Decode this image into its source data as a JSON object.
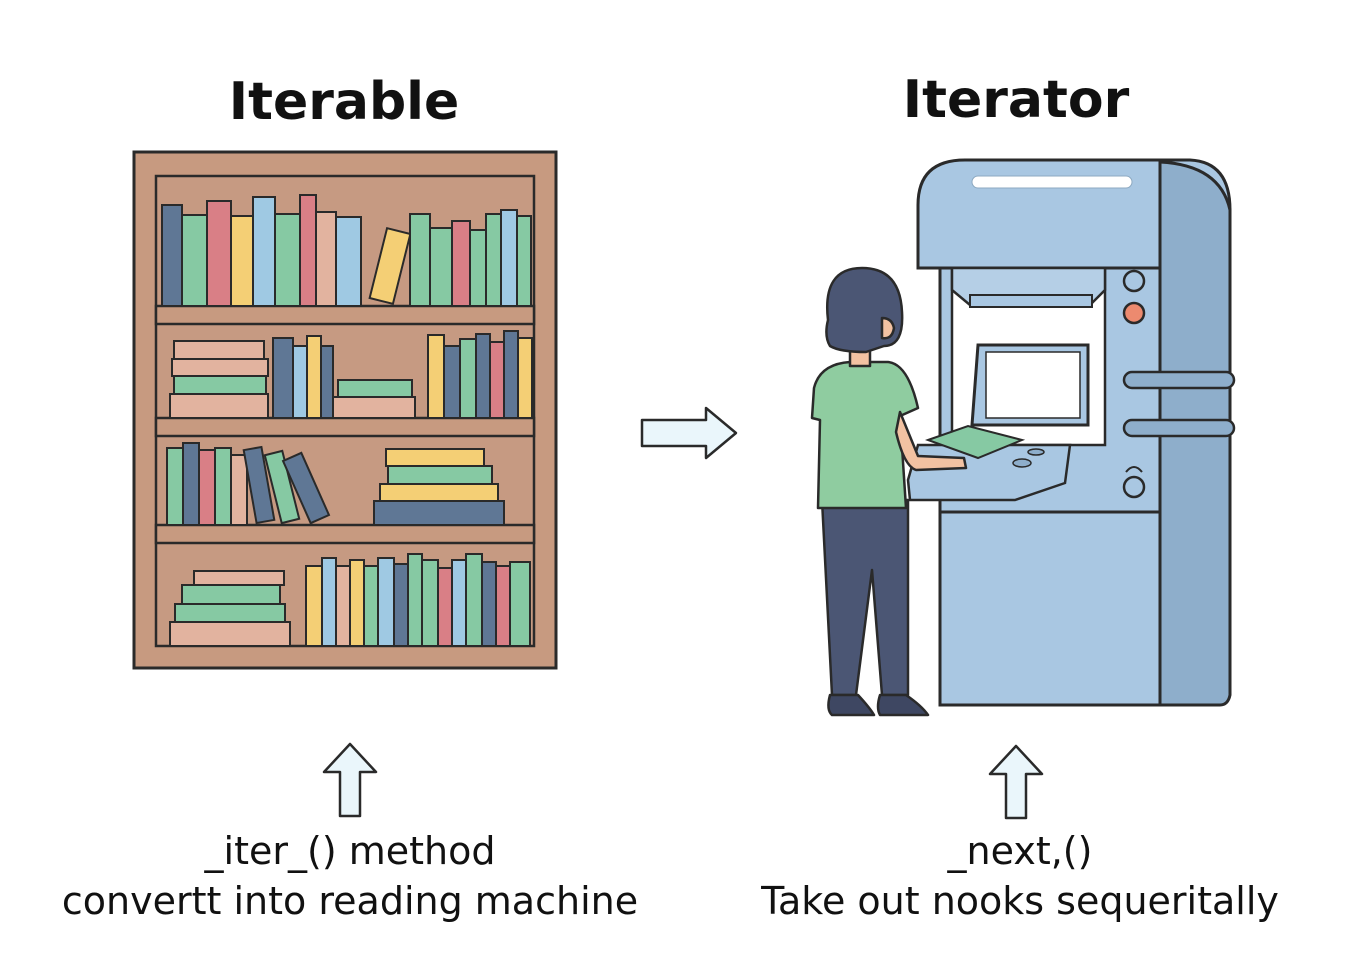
{
  "iterable": {
    "title": "Iterable",
    "method": "_iter_() method",
    "description": "convertt into reading machine"
  },
  "iterator": {
    "title": "Iterator",
    "method": "_next,()",
    "description": "Take out nooks sequeritally"
  },
  "colors": {
    "shelf_wood": "#c79a80",
    "machine_blue": "#a9c7e2",
    "book_green": "#86c9a3",
    "book_red": "#d97f86",
    "book_yellow": "#f4cf75",
    "book_blue": "#5f7795",
    "book_lightblue": "#9fc9e3",
    "book_tan": "#e2b39f",
    "person_shirt": "#8fcca0",
    "person_pants": "#4b5674",
    "arrow_fill": "#eaf6fb"
  }
}
